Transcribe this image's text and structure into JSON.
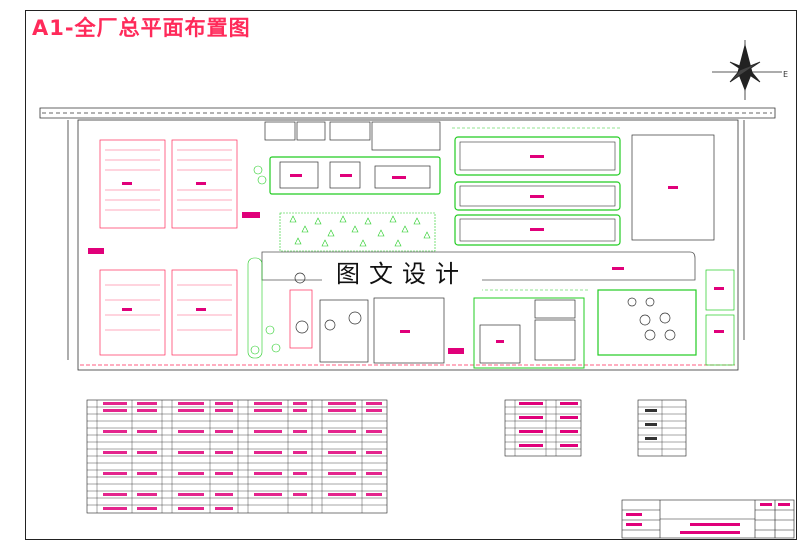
{
  "title": "A1-全厂总平面布置图",
  "watermark": "图文设计",
  "compass": {
    "label": "E"
  },
  "colors": {
    "red": "#ff2a5a",
    "green": "#22cc22",
    "magenta": "#e0007a",
    "line": "#222222"
  }
}
